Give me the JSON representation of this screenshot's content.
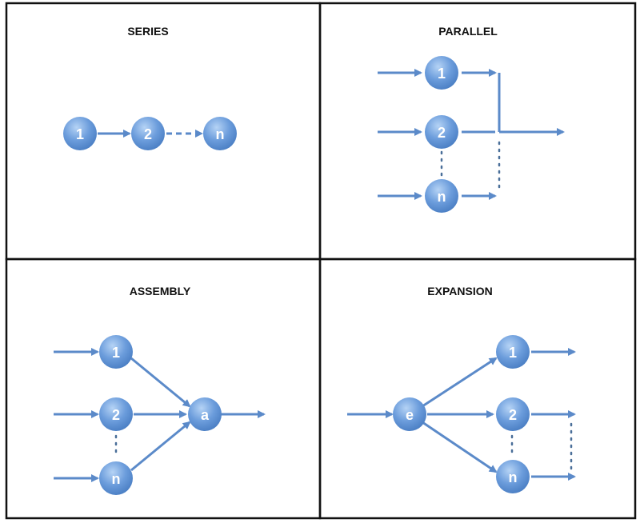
{
  "panels": {
    "series": {
      "title": "SERIES"
    },
    "parallel": {
      "title": "PARALLEL"
    },
    "assembly": {
      "title": "ASSEMBLY"
    },
    "expansion": {
      "title": "EXPANSION"
    }
  },
  "nodes": {
    "one": "1",
    "two": "2",
    "n": "n",
    "a": "a",
    "e": "e"
  },
  "colors": {
    "node_fill": "#6c9ddc",
    "node_fill_light": "#9fc3ef",
    "arrow": "#5b8ac9",
    "frame": "#111111"
  }
}
